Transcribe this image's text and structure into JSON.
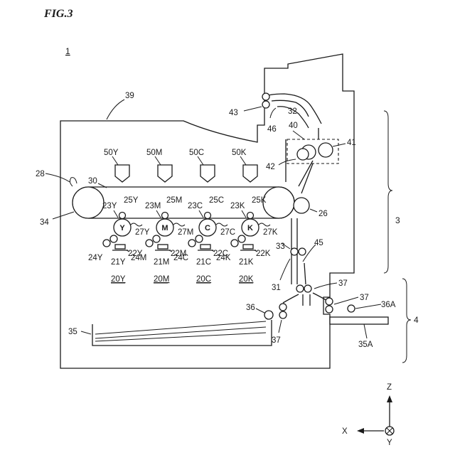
{
  "figure": {
    "title": "FIG.3",
    "apparatus_ref": "1"
  },
  "labels": {
    "l39": "39",
    "l43": "43",
    "l46": "46",
    "l32": "32",
    "l40": "40",
    "l41": "41",
    "l42": "42",
    "l28": "28",
    "l30": "30",
    "l34": "34",
    "l26": "26",
    "l33": "33",
    "l45": "45",
    "l31": "31",
    "l37a": "37",
    "l37b": "37",
    "l37c": "37",
    "l36": "36",
    "l36A": "36A",
    "l35": "35",
    "l35A": "35A",
    "l3": "3",
    "l4": "4"
  },
  "stations": [
    {
      "color": "Y",
      "head": "50Y",
      "drum": "Y",
      "charge": "23Y",
      "transfer": "25Y",
      "cleaner": "27Y",
      "developer": "22Y",
      "laser": "21Y",
      "toner": "24Y",
      "unit": "20Y"
    },
    {
      "color": "M",
      "head": "50M",
      "drum": "M",
      "charge": "23M",
      "transfer": "25M",
      "cleaner": "27M",
      "developer": "22M",
      "laser": "21M",
      "toner": "24M",
      "unit": "20M"
    },
    {
      "color": "C",
      "head": "50C",
      "drum": "C",
      "charge": "23C",
      "transfer": "25C",
      "cleaner": "27C",
      "developer": "22C",
      "laser": "21C",
      "toner": "24C",
      "unit": "20C"
    },
    {
      "color": "K",
      "head": "50K",
      "drum": "K",
      "charge": "23K",
      "transfer": "25K",
      "cleaner": "27K",
      "developer": "22K",
      "laser": "21K",
      "toner": "24K",
      "unit": "20K"
    }
  ],
  "axes": {
    "z": "Z",
    "x": "X",
    "y": "Y"
  }
}
